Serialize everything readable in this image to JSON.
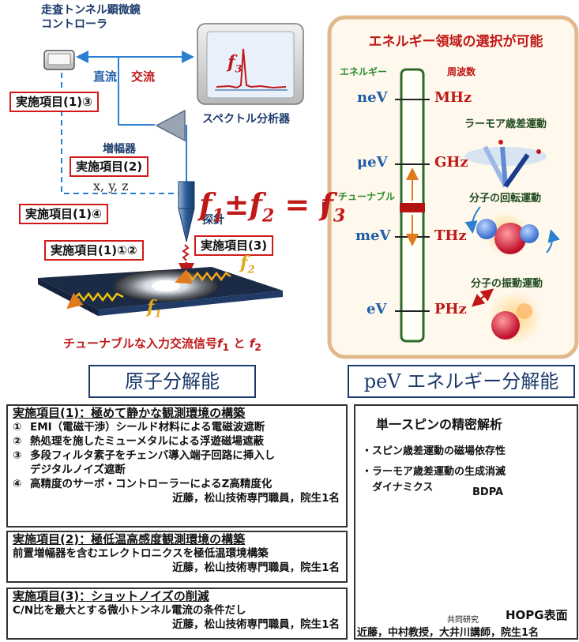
{
  "left_diagram": {
    "controller_title": "走査トンネル顕微鏡\nコントローラ",
    "dc": "直流",
    "ac": "交流",
    "spectrum_analyzer": "スペクトル分析器",
    "f3_screen": "f3",
    "amplifier": "増幅器",
    "probe": "探針",
    "xyz": "x, y, z",
    "items": [
      "実施項目(1)③",
      "実施項目(2)",
      "実施項目(1)④",
      "実施項目(1)①②",
      "実施項目(3)"
    ],
    "f1": "f1",
    "f2": "f2",
    "caption_a": "チューナブルな入力交流信号",
    "caption_f1": "f",
    "caption_sub1": "1",
    "caption_and": " と ",
    "caption_f2": "f",
    "caption_sub2": "2",
    "eq_f1": "f",
    "eq_s1": "1",
    "eq_pm": "±",
    "eq_f2": "f",
    "eq_s2": "2",
    "eq_eq": " = ",
    "eq_f3": "f",
    "eq_s3": "3"
  },
  "energy_panel": {
    "title": "エネルギー領域の選択が可能",
    "left_axis": "エネルギー",
    "right_axis": "周波数",
    "energies": [
      "neV",
      "μeV",
      "meV",
      "eV"
    ],
    "frequencies": [
      "MHz",
      "GHz",
      "THz",
      "PHz"
    ],
    "tunable": "チューナブル",
    "motions": [
      "ラーモア歳差運動",
      "分子の回転運動",
      "分子の振動運動"
    ]
  },
  "section_titles": {
    "left": "原子分解能",
    "right": "peV エネルギー分解能"
  },
  "item1": {
    "heading": "実施項目(1)：極めて静かな観測環境の構築",
    "lines": [
      {
        "num": "①",
        "text": "EMI（電磁干渉）シールド材料による電磁波遮断"
      },
      {
        "num": "②",
        "text": "熱処理を施したミューメタルによる浮遊磁場遮蔽"
      },
      {
        "num": "③",
        "text": "多段フィルタ素子をチェンバ導入端子回路に挿入し"
      },
      {
        "num": "",
        "text": "デジタルノイズ遮断"
      },
      {
        "num": "④",
        "text": "高精度のサーボ・コントローラーによるZ高精度化"
      }
    ],
    "who": "近藤，松山技術専門職員，院生1名"
  },
  "item2": {
    "heading": "実施項目(2)：極低温高感度観測環境の構築",
    "line": "前置増幅器を含むエレクトロニクスを極低温環境構築",
    "who": "近藤，松山技術専門職員，院生1名"
  },
  "item3": {
    "heading": "実施項目(3)：ショットノイズの削減",
    "line": "C/N比を最大とする微小トンネル電流の条件だし",
    "who": "近藤，松山技術専門職員，院生1名"
  },
  "right_panel": {
    "title": "単一スピンの精密解析",
    "bullets": [
      "・スピン歳差運動の磁場依存性",
      "・ラーモア歳差運動の生成消滅",
      "　ダイナミクス"
    ],
    "bdpa": "BDPA",
    "hopg": "HOPG表面",
    "joint": "共同研究",
    "who": "近藤，中村教授，大井川講師，院生1名"
  }
}
